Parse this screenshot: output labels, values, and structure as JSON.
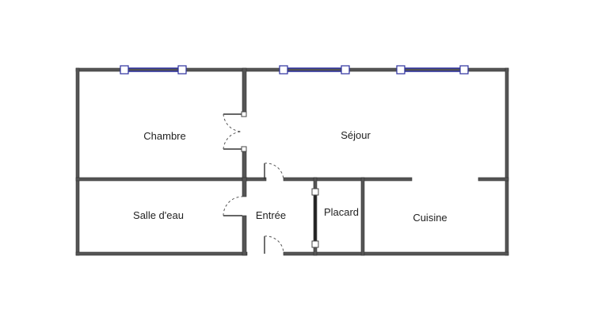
{
  "rooms": {
    "chambre": "Chambre",
    "sejour": "Séjour",
    "salle_d_eau": "Salle d'eau",
    "entree": "Entrée",
    "placard": "Placard",
    "cuisine": "Cuisine"
  },
  "colors": {
    "wall": "#555555",
    "window": "#2b2f9e",
    "background": "#ffffff"
  }
}
